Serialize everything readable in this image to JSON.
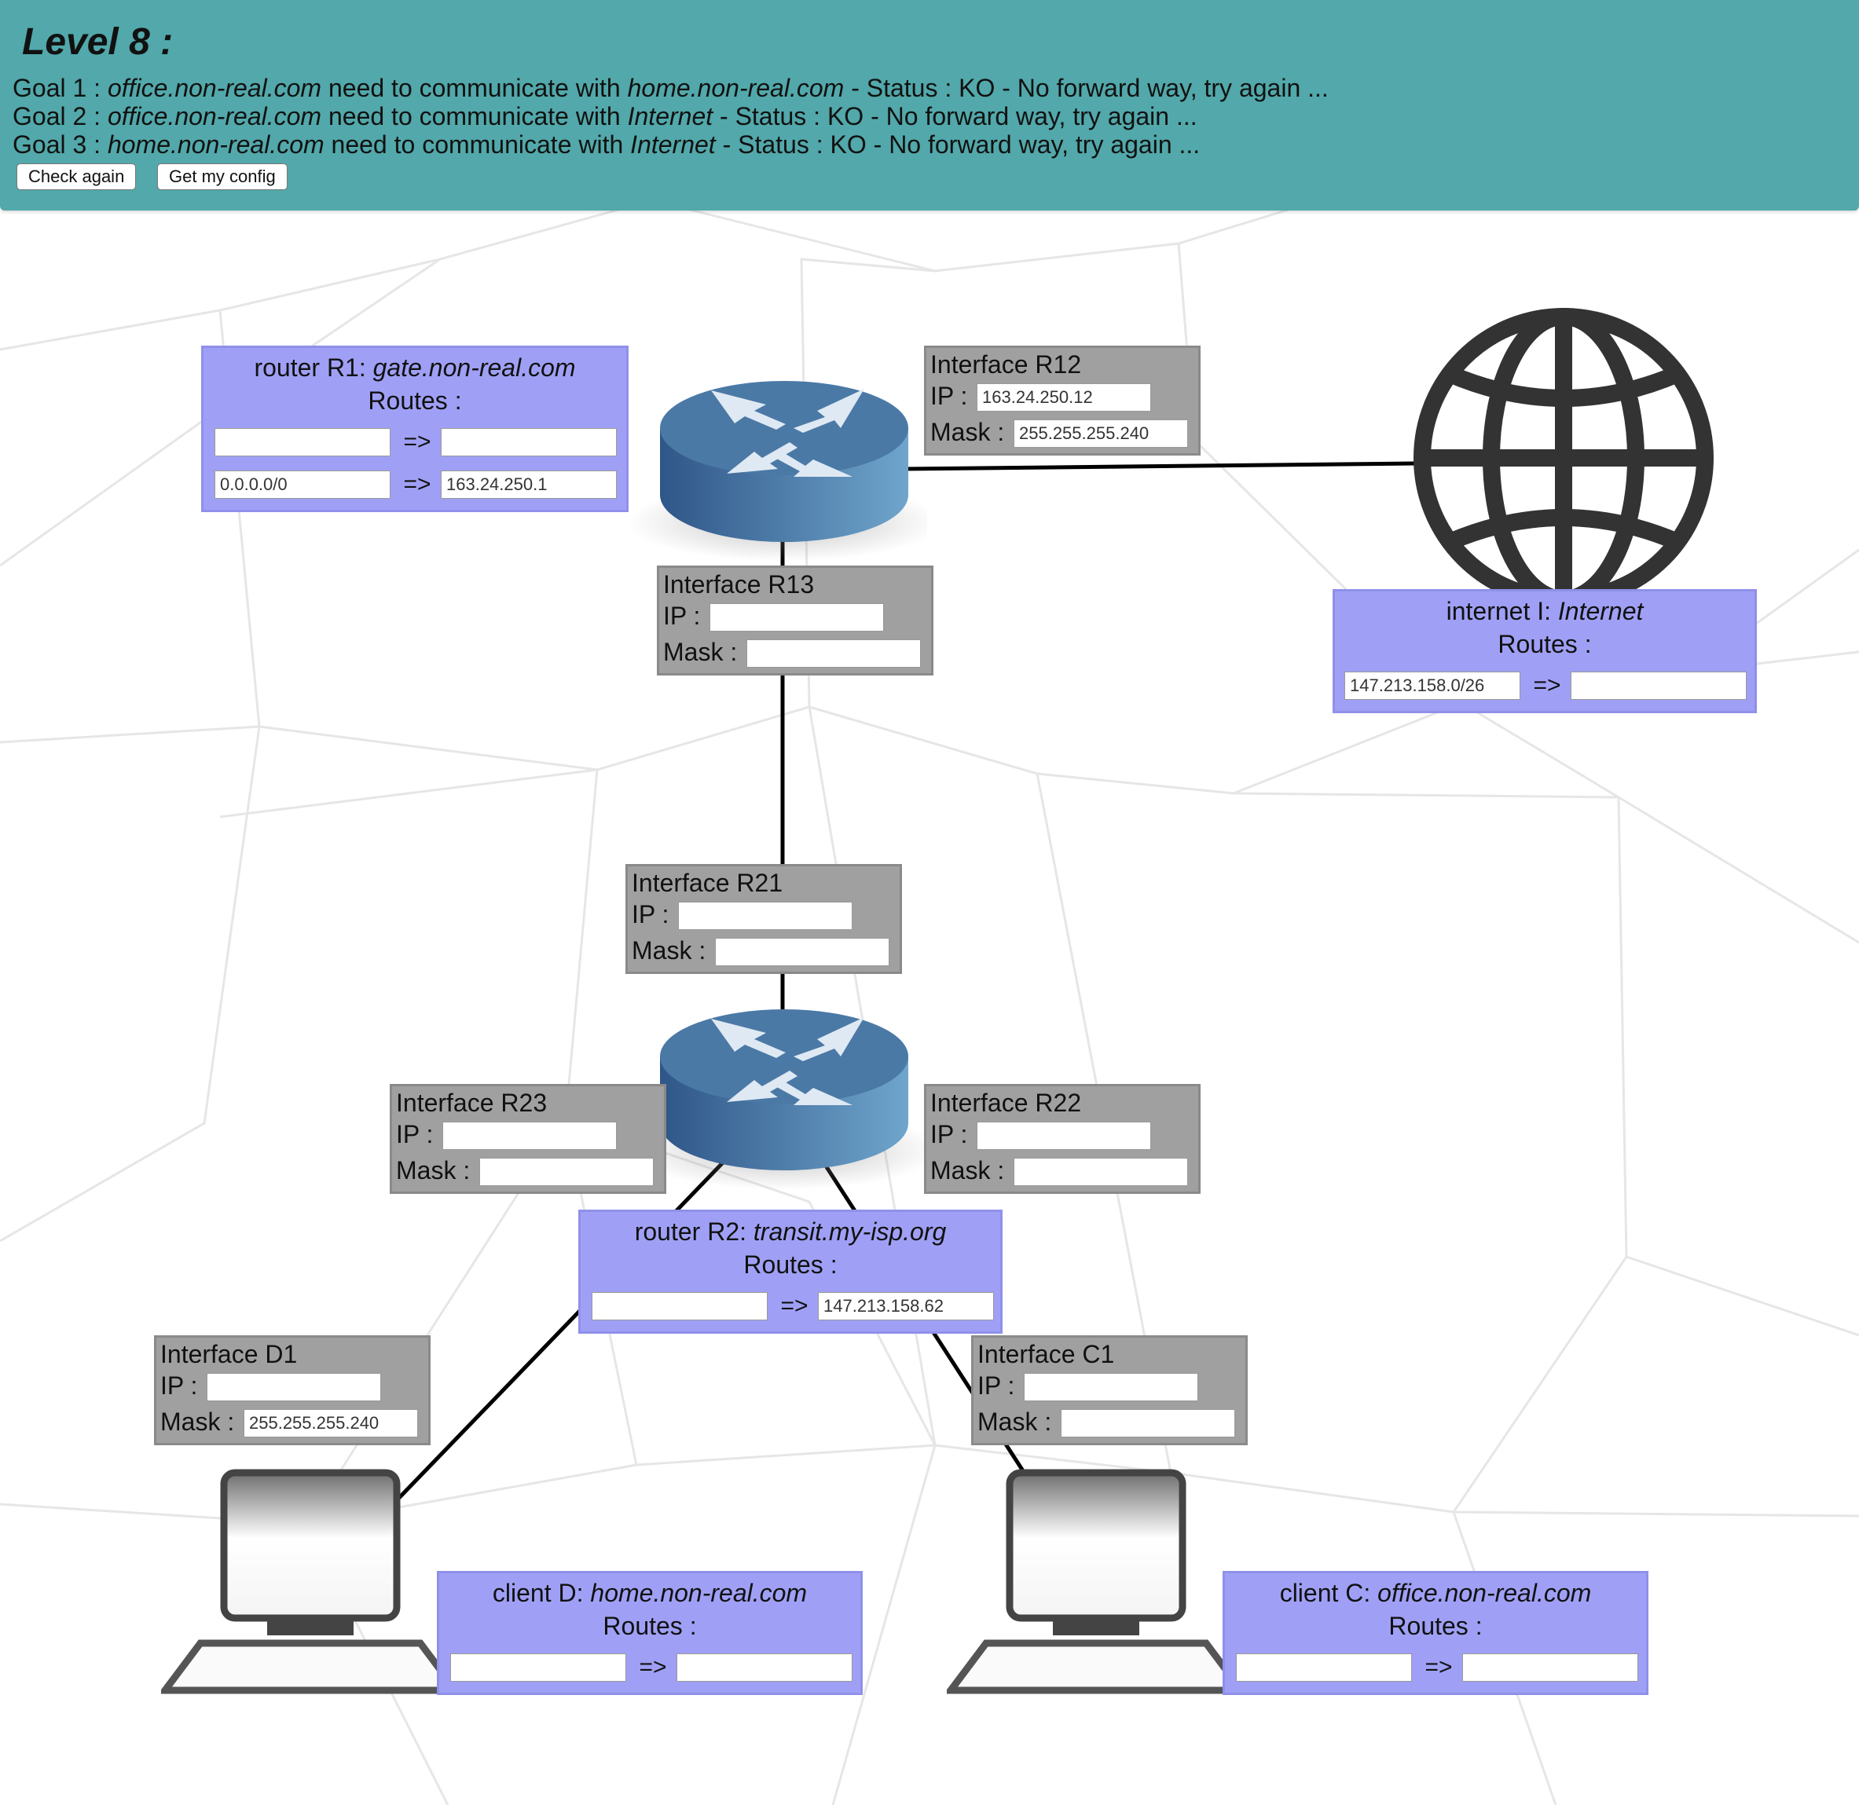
{
  "header": {
    "level_title": "Level 8 :",
    "goals": [
      {
        "prefix": "Goal 1 : ",
        "from": "office.non-real.com",
        "middle": " need to communicate with ",
        "to": "home.non-real.com",
        "status": " - Status : KO - No forward way, try again ..."
      },
      {
        "prefix": "Goal 2 : ",
        "from": "office.non-real.com",
        "middle": " need to communicate with ",
        "to": "Internet",
        "status": " - Status : KO - No forward way, try again ..."
      },
      {
        "prefix": "Goal 3 : ",
        "from": "home.non-real.com",
        "middle": " need to communicate with ",
        "to": "Internet",
        "status": " - Status : KO - No forward way, try again ..."
      }
    ],
    "check_again_label": "Check again",
    "get_config_label": "Get my config"
  },
  "labels": {
    "ip": "IP :",
    "mask": "Mask :",
    "routes": "Routes :",
    "arrow": "=>"
  },
  "interfaces": {
    "r12": {
      "title": "Interface R12",
      "ip": "163.24.250.12",
      "mask": "255.255.255.240"
    },
    "r13": {
      "title": "Interface R13",
      "ip": "",
      "mask": ""
    },
    "r21": {
      "title": "Interface R21",
      "ip": "",
      "mask": ""
    },
    "r23": {
      "title": "Interface R23",
      "ip": "",
      "mask": ""
    },
    "r22": {
      "title": "Interface R22",
      "ip": "",
      "mask": ""
    },
    "d1": {
      "title": "Interface D1",
      "ip": "",
      "mask": "255.255.255.240"
    },
    "c1": {
      "title": "Interface C1",
      "ip": "",
      "mask": ""
    }
  },
  "nodes": {
    "r1": {
      "kind": "router R1: ",
      "host": "gate.non-real.com",
      "routes": [
        {
          "dest": "",
          "next": ""
        },
        {
          "dest": "0.0.0.0/0",
          "next": "163.24.250.1"
        }
      ]
    },
    "internet": {
      "kind": "internet I: ",
      "host": "Internet",
      "routes": [
        {
          "dest": "147.213.158.0/26",
          "next": ""
        }
      ]
    },
    "r2": {
      "kind": "router R2: ",
      "host": "transit.my-isp.org",
      "routes": [
        {
          "dest": "",
          "next": "147.213.158.62"
        }
      ]
    },
    "d": {
      "kind": "client D: ",
      "host": "home.non-real.com",
      "routes": [
        {
          "dest": "",
          "next": ""
        }
      ]
    },
    "c": {
      "kind": "client C: ",
      "host": "office.non-real.com",
      "routes": [
        {
          "dest": "",
          "next": ""
        }
      ]
    }
  },
  "icons": {
    "router": "router-icon",
    "globe": "globe-icon",
    "computer": "computer-icon"
  },
  "colors": {
    "header_bg": "#52a8aa",
    "node_bg": "#9fa0f5",
    "interface_bg": "#a0a0a0",
    "router_blue": "#4a79a8",
    "globe": "#333333"
  }
}
